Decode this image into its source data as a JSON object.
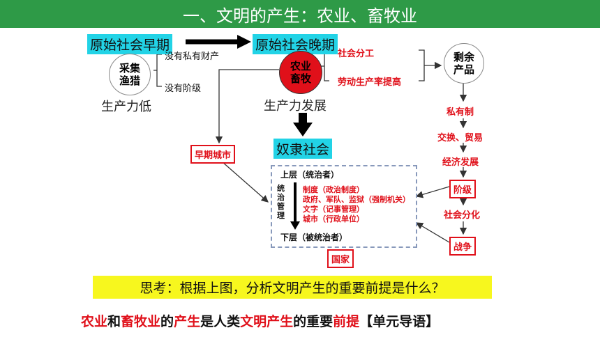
{
  "title": "一、文明的产生：农业、畜牧业",
  "top": {
    "early": "原始社会早期",
    "late": "原始社会晚期"
  },
  "left": {
    "circle_line1": "采集",
    "circle_line2": "渔猎",
    "branch1": "没有私有财产",
    "branch2": "没有阶级",
    "caption": "生产力低"
  },
  "center": {
    "circle_line1": "农业",
    "circle_line2": "畜牧",
    "branch1": "社会分工",
    "branch2": "劳动生产率提高",
    "caption": "生产力发展",
    "slavery": "奴隶社会"
  },
  "right": {
    "circle_line1": "剩余",
    "circle_line2": "产品",
    "chain": [
      "私有制",
      "交换、贸易",
      "经济发展",
      "阶级",
      "社会分化",
      "战争"
    ]
  },
  "early_city": "早期城市",
  "state": {
    "upper": "上层（统治者）",
    "vertical": [
      "统",
      "治",
      "管",
      "理"
    ],
    "items": [
      "制度（政治制度）",
      "政府、军队、监狱（强制机关）",
      "文字（记事管理）",
      "城市（行政单位）"
    ],
    "lower": "下层（被统治者）",
    "label": "国家"
  },
  "question": "思考：根据上图，分析文明产生的重要前提是什么？",
  "conclusion": [
    {
      "t": "农业",
      "red": true
    },
    {
      "t": "和",
      "red": false
    },
    {
      "t": "畜牧业",
      "red": true
    },
    {
      "t": "的",
      "red": false
    },
    {
      "t": "产生",
      "red": true
    },
    {
      "t": "是人类",
      "red": false
    },
    {
      "t": "文明产生",
      "red": true
    },
    {
      "t": "的重要",
      "red": false
    },
    {
      "t": "前提",
      "red": true
    },
    {
      "t": "【单元导语】",
      "red": false
    }
  ],
  "colors": {
    "banner": "#2e9a47",
    "highlight": "#22d3e6",
    "red": "#e0101a",
    "question_bg": "#f7f71e"
  }
}
